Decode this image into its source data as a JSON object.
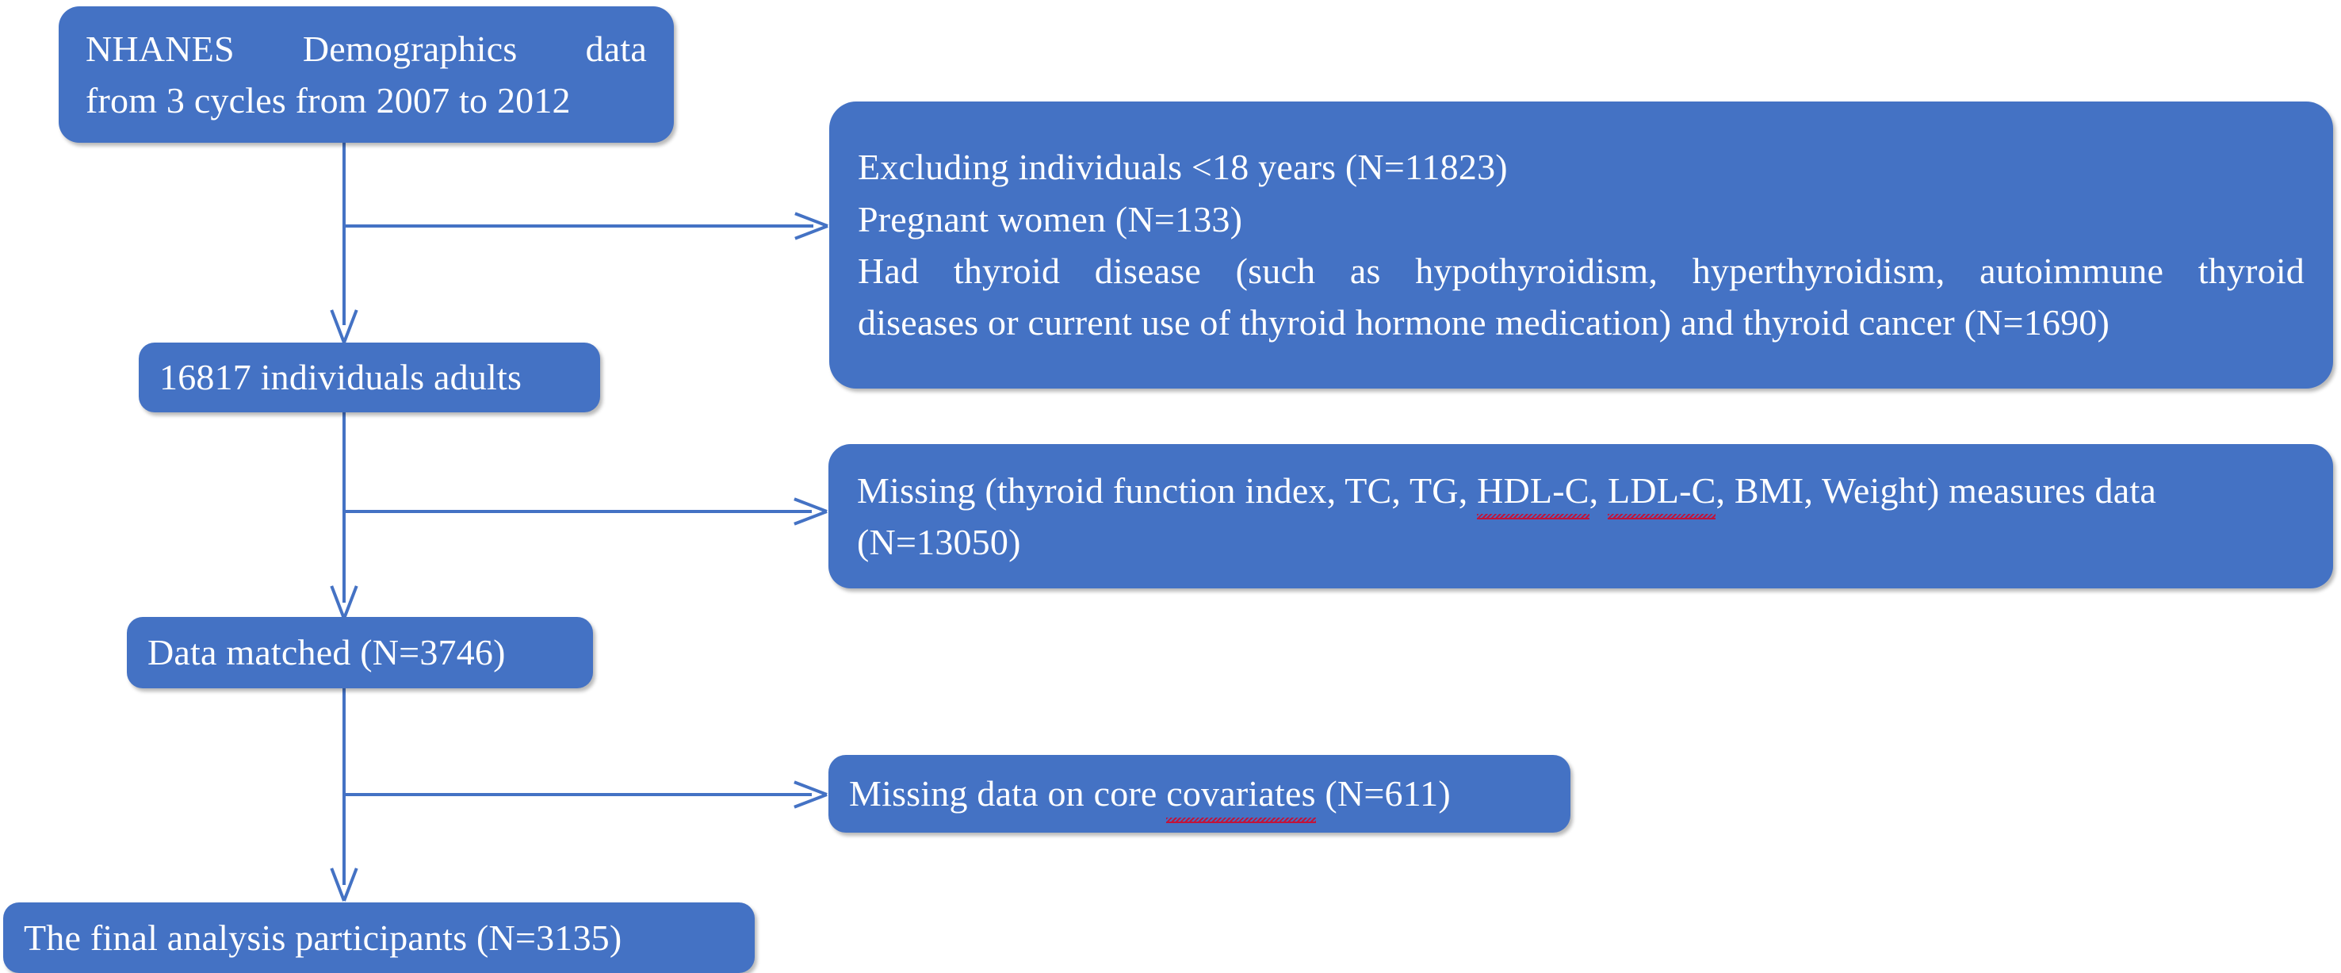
{
  "diagram": {
    "title": "NHANES study participant selection flowchart",
    "accent_color": "#4472C4",
    "text_color": "#FFFFFF",
    "background_color": "#FFFFFF",
    "spellcheck_underline_color": "#C0143C"
  },
  "nodes": {
    "source": {
      "name": "data-source-box",
      "line1": "NHANES Demographics data",
      "line2": "from 3 cycles from 2007 to 2012"
    },
    "exclusions": {
      "name": "exclusion-criteria-box",
      "line1": "Excluding individuals <18 years (N=11823)",
      "line2": "Pregnant women (N=133)",
      "line3": "Had thyroid disease (such as hypothyroidism, hyperthyroidism, autoimmune thyroid",
      "line4": "diseases or current use of thyroid hormone medication) and thyroid cancer (N=1690)"
    },
    "adults": {
      "name": "adults-count-box",
      "text": "16817 individuals adults"
    },
    "missing_measures": {
      "name": "missing-measures-box",
      "line1_part1": "Missing (thyroid function index, TC, TG, ",
      "line1_hdl": "HDL-C",
      "line1_part2": ", ",
      "line1_ldl": "LDL-C",
      "line1_part3": ", BMI, Weight) measures data",
      "line2": "(N=13050)"
    },
    "matched": {
      "name": "data-matched-box",
      "text": "Data matched (N=3746)"
    },
    "covariates": {
      "name": "missing-covariates-box",
      "part1": "Missing data on core ",
      "flagged": "covariates",
      "part2": " (N=611)"
    },
    "final": {
      "name": "final-participants-box",
      "text": "The final analysis participants (N=3135)"
    }
  },
  "connectors": [
    {
      "id": "source-to-adults",
      "type": "vertical-arrow",
      "from": "source",
      "to": "adults"
    },
    {
      "id": "source-to-exclusions",
      "type": "horizontal-arrow",
      "from": "source",
      "to": "exclusions"
    },
    {
      "id": "adults-to-matched",
      "type": "vertical-arrow",
      "from": "adults",
      "to": "matched"
    },
    {
      "id": "adults-to-missing",
      "type": "horizontal-arrow",
      "from": "adults",
      "to": "missing_measures"
    },
    {
      "id": "matched-to-final",
      "type": "vertical-arrow",
      "from": "matched",
      "to": "final"
    },
    {
      "id": "matched-to-covariates",
      "type": "horizontal-arrow",
      "from": "matched",
      "to": "covariates"
    }
  ],
  "counts": {
    "excluded_under_18": 11823,
    "excluded_pregnant": 133,
    "excluded_thyroid": 1690,
    "adults_total": 16817,
    "missing_measures": 13050,
    "data_matched": 3746,
    "missing_covariates": 611,
    "final_participants": 3135,
    "cycles": 3,
    "year_start": 2007,
    "year_end": 2012
  }
}
